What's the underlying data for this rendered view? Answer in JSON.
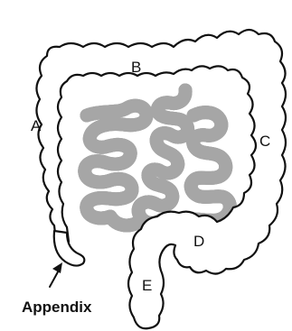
{
  "colors": {
    "outline": "#111111",
    "colon_fill": "#ffffff",
    "small_intestine_body": "#a6a6a6",
    "small_intestine_core": "#d9d9d9",
    "background": "#ffffff"
  },
  "labels": {
    "ascending_colon": "A",
    "transverse_colon": "B",
    "descending_colon": "C",
    "sigmoid_colon": "D",
    "rectum": "E",
    "appendix": "Appendix"
  }
}
